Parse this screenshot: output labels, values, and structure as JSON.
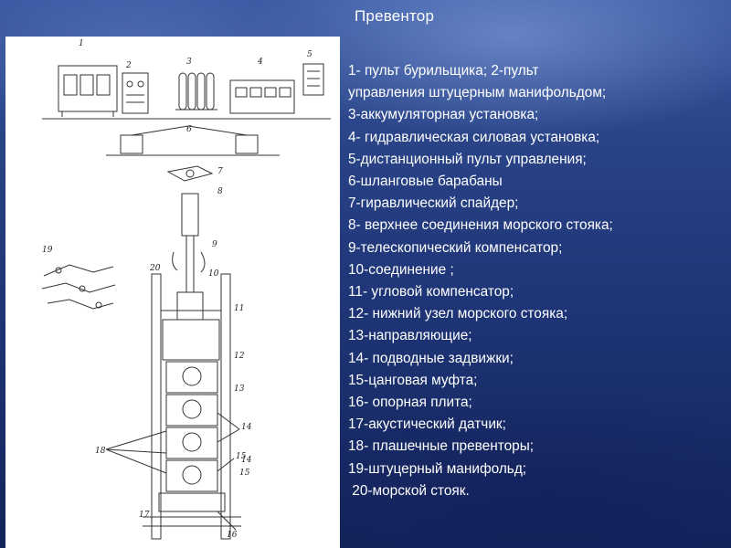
{
  "slide": {
    "title": "Превентор",
    "legend_lines": [
      "1- пульт бурильщика; 2-пульт",
      "управления штуцерным манифольдом;",
      "3-аккумуляторная установка;",
      "4- гидравлическая силовая установка;",
      "5-дистанционный пульт управления;",
      "6-шланговые барабаны",
      "7-гиравлический спайдер;",
      "8- верхнее соединения морского стояка;",
      "9-телескопический компенсатор;",
      "10-соединение ;",
      "11- угловой компенсатор;",
      "12- нижний узел морского стояка;",
      "13-направляющие;",
      "14- подводные задвижки;",
      "15-цанговая муфта;",
      "16- опорная плита;",
      "17-акустический датчик;",
      "18- плашечные превенторы;",
      "19-штуцерный манифольд;",
      " 20-морской стояк."
    ]
  },
  "figure": {
    "callouts": [
      "1",
      "2",
      "3",
      "4",
      "5",
      "6",
      "7",
      "8",
      "9",
      "10",
      "11",
      "12",
      "13",
      "14",
      "14",
      "15",
      "15",
      "16",
      "17",
      "18",
      "19",
      "20"
    ]
  },
  "colors": {
    "background": "#1e3577",
    "text": "#ffffff",
    "figure_background": "#ffffff",
    "drawing_stroke": "#333333"
  }
}
